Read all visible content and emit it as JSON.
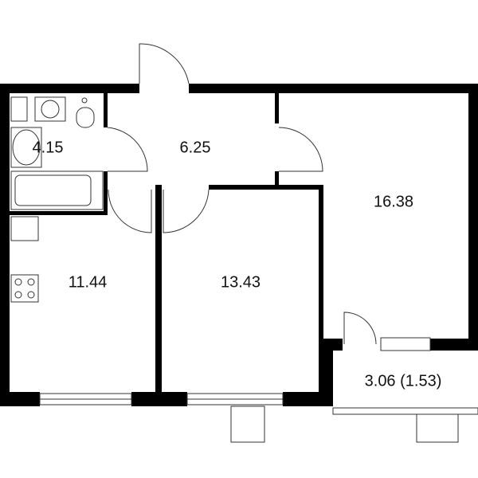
{
  "floor_plan": {
    "wall_color": "#000000",
    "line_color": "#333333",
    "rooms": [
      {
        "id": "bathroom",
        "area": "4.15"
      },
      {
        "id": "hallway",
        "area": "6.25"
      },
      {
        "id": "bedroom-large",
        "area": "16.38"
      },
      {
        "id": "kitchen",
        "area": "11.44"
      },
      {
        "id": "bedroom",
        "area": "13.43"
      },
      {
        "id": "balcony",
        "area": "3.06 (1.53)"
      }
    ]
  }
}
